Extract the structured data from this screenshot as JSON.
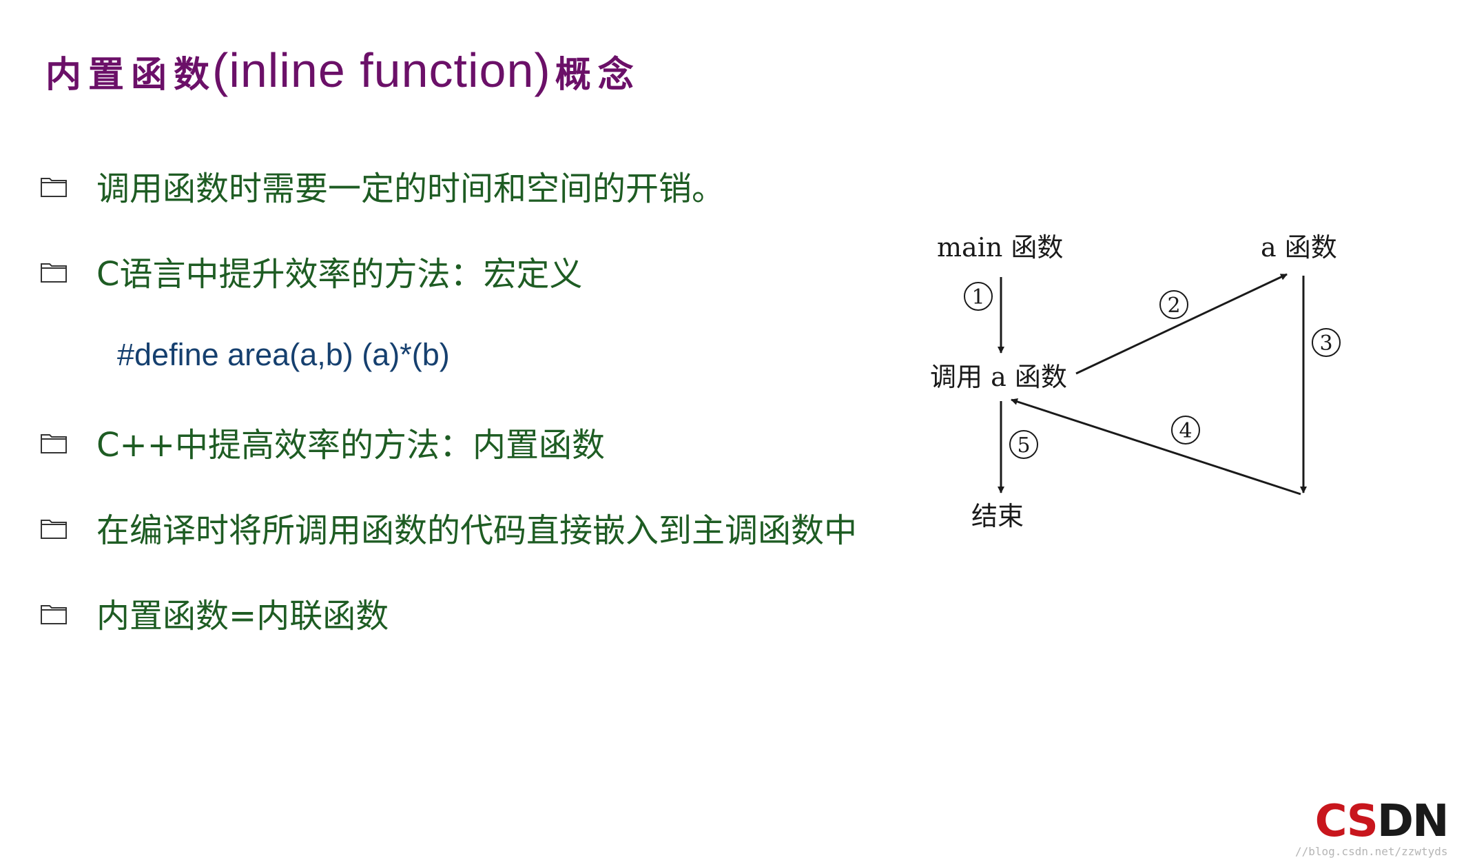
{
  "title": {
    "cn_prefix": "内置函数",
    "en": "(inline function)",
    "cn_suffix": "概念"
  },
  "bullets": [
    "调用函数时需要一定的时间和空间的开销。",
    "C语言中提升效率的方法：宏定义",
    "C++中提高效率的方法：内置函数",
    "在编译时将所调用函数的代码直接嵌入到主调函数中",
    "内置函数=内联函数"
  ],
  "code": "#define area(a,b) (a)*(b)",
  "diagram": {
    "main_label": "main 函数",
    "a_label": "a 函数",
    "call_label": "调用 a 函数",
    "end_label": "结束",
    "steps": [
      "1",
      "2",
      "3",
      "4",
      "5"
    ]
  },
  "watermark": {
    "logo_part1": "CS",
    "logo_part2": "DN",
    "url": "//blog.csdn.net/zzwtyds"
  },
  "colors": {
    "title": "#6b1068",
    "bullet_text": "#1e5c23",
    "code_text": "#16406f",
    "logo_red": "#c8161d"
  }
}
